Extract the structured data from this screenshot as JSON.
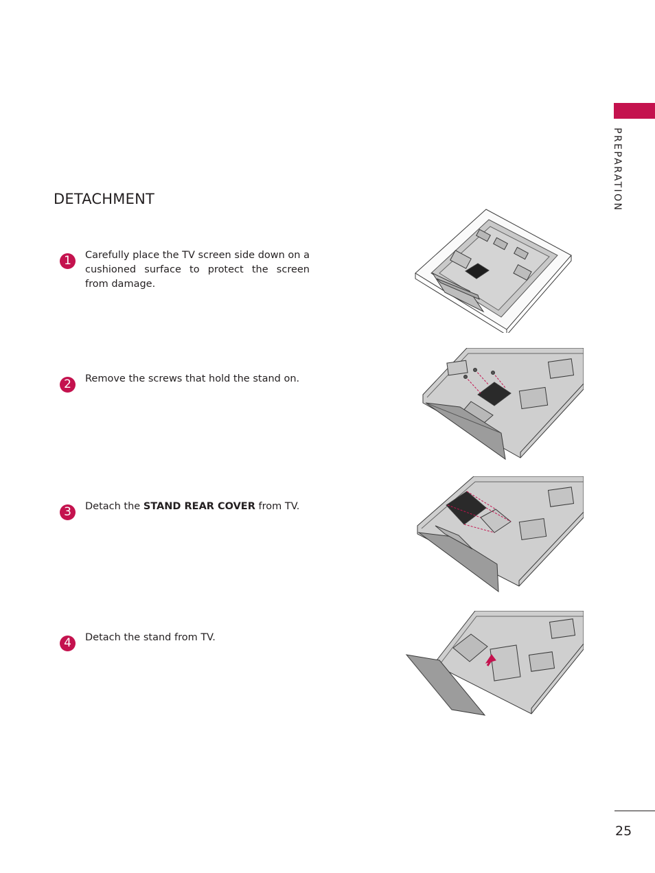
{
  "side_tab": {
    "label": "PREPARATION",
    "color": "#c4124e"
  },
  "section": {
    "title": "DETACHMENT"
  },
  "steps": [
    {
      "number": "1",
      "text": "Carefully place the TV screen side down on a cushioned surface to protect the screen from damage."
    },
    {
      "number": "2",
      "text": "Remove the screws that hold the stand on."
    },
    {
      "number": "3",
      "text_before": "Detach the ",
      "text_bold": "STAND REAR COVER",
      "text_after": " from TV."
    },
    {
      "number": "4",
      "text": "Detach the stand from TV."
    }
  ],
  "page_number": "25",
  "icons": [
    "tv-face-down-illustration",
    "remove-screws-illustration",
    "stand-rear-cover-illustration",
    "detach-stand-illustration"
  ]
}
